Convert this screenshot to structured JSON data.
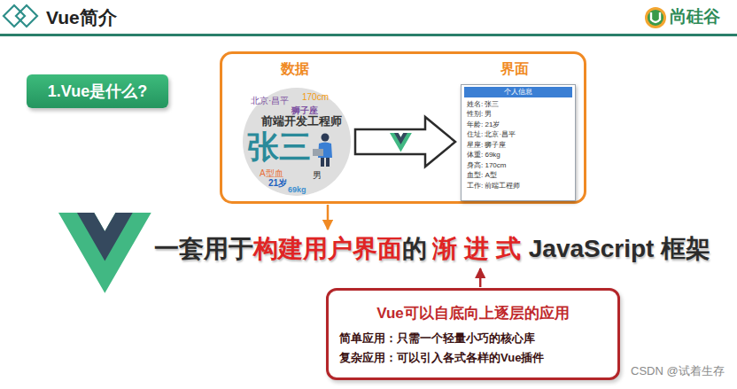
{
  "diagram": {
    "title": "Vue简介",
    "nodes": [
      {
        "text": [
          "1.Vue是什么?"
        ]
      },
      {
        "text": [
          "数据",
          "界面"
        ]
      },
      {
        "text": [
          "北京·昌平",
          "170cm",
          "狮子座",
          "前端开发工程师",
          "张三",
          "A型血",
          "21岁",
          "男",
          "69kg"
        ],
        "in": 1
      },
      {
        "text": [
          "个人信息",
          "姓名: 张三",
          "性别: 男",
          "年龄: 21岁",
          "住址: 北京·昌平",
          "星座: 狮子座",
          "体重: 69kg",
          "身高: 170cm",
          "血型: A型",
          "工作: 前端工程师"
        ],
        "in": 1
      },
      {
        "text": [
          "一套用于",
          "构建用户界面",
          "的",
          "渐进式",
          "JavaScript 框架"
        ]
      },
      {
        "text": [
          "Vue可以自底向上逐层的应用",
          "简单应用：只需一个轻量小巧的核心库",
          "复杂应用：可以引入各式各样的Vue插件"
        ]
      }
    ],
    "edges": [
      {
        "from": 2,
        "to": 3,
        "arrow": "to"
      },
      {
        "from": 1,
        "to": 4,
        "arrow": "to"
      },
      {
        "from": 5,
        "to": 4,
        "arrow": "to"
      }
    ],
    "labels": [
      "尚硅谷",
      "CSDN @试着生存"
    ]
  }
}
